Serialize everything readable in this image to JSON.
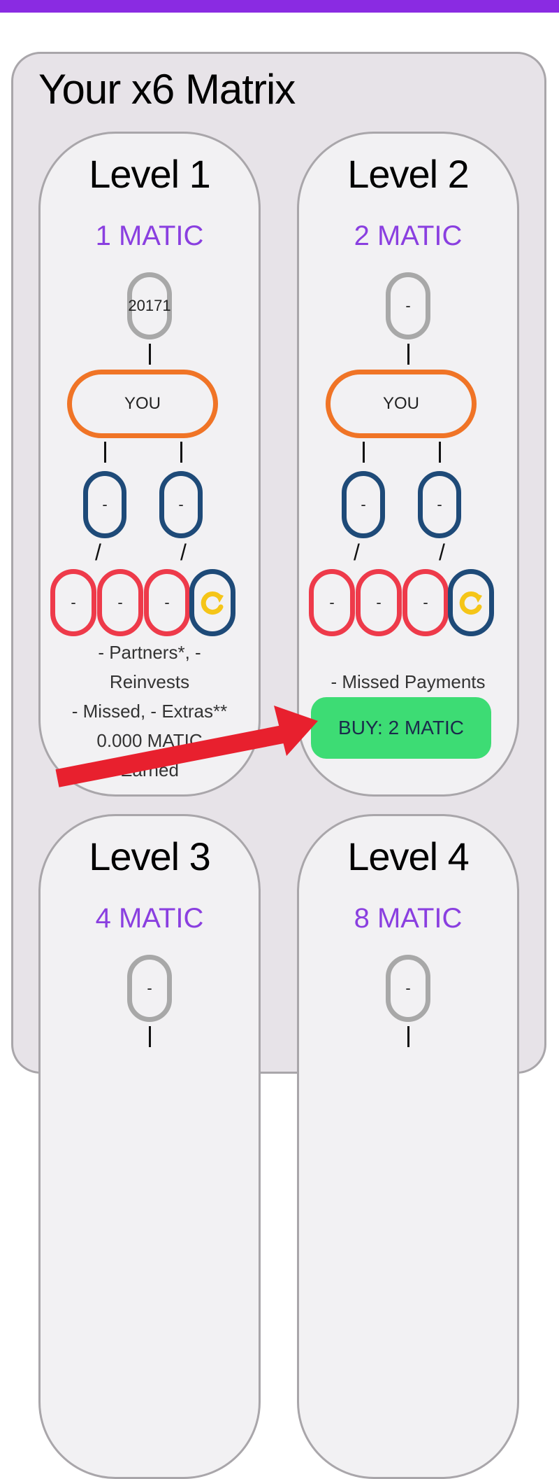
{
  "page": {
    "title": "Your x6 Matrix",
    "accent_color": "#8a2be2",
    "price_color": "#8a3fe0"
  },
  "levels": [
    {
      "title": "Level 1",
      "price": "1 MATIC",
      "top_node": "20171",
      "you_label": "YOU",
      "tier2": [
        "-",
        "-"
      ],
      "tier3": [
        "-",
        "-",
        "-"
      ],
      "reinvest_icon": "reinvest-icon",
      "stats_lines": [
        "- Partners*, -",
        "Reinvests",
        "- Missed, - Extras**",
        "0.000 MATIC",
        "Earned"
      ]
    },
    {
      "title": "Level 2",
      "price": "2 MATIC",
      "top_node": "-",
      "you_label": "YOU",
      "tier2": [
        "-",
        "-"
      ],
      "tier3": [
        "-",
        "-",
        "-"
      ],
      "reinvest_icon": "reinvest-icon",
      "missed_payments": "- Missed Payments",
      "buy_label": "BUY: 2 MATIC"
    },
    {
      "title": "Level 3",
      "price": "4 MATIC",
      "top_node": "-"
    },
    {
      "title": "Level 4",
      "price": "8 MATIC",
      "top_node": "-"
    }
  ],
  "annotation": {
    "arrow_color": "#e8202e",
    "arrow_icon": "red-arrow-annotation"
  }
}
